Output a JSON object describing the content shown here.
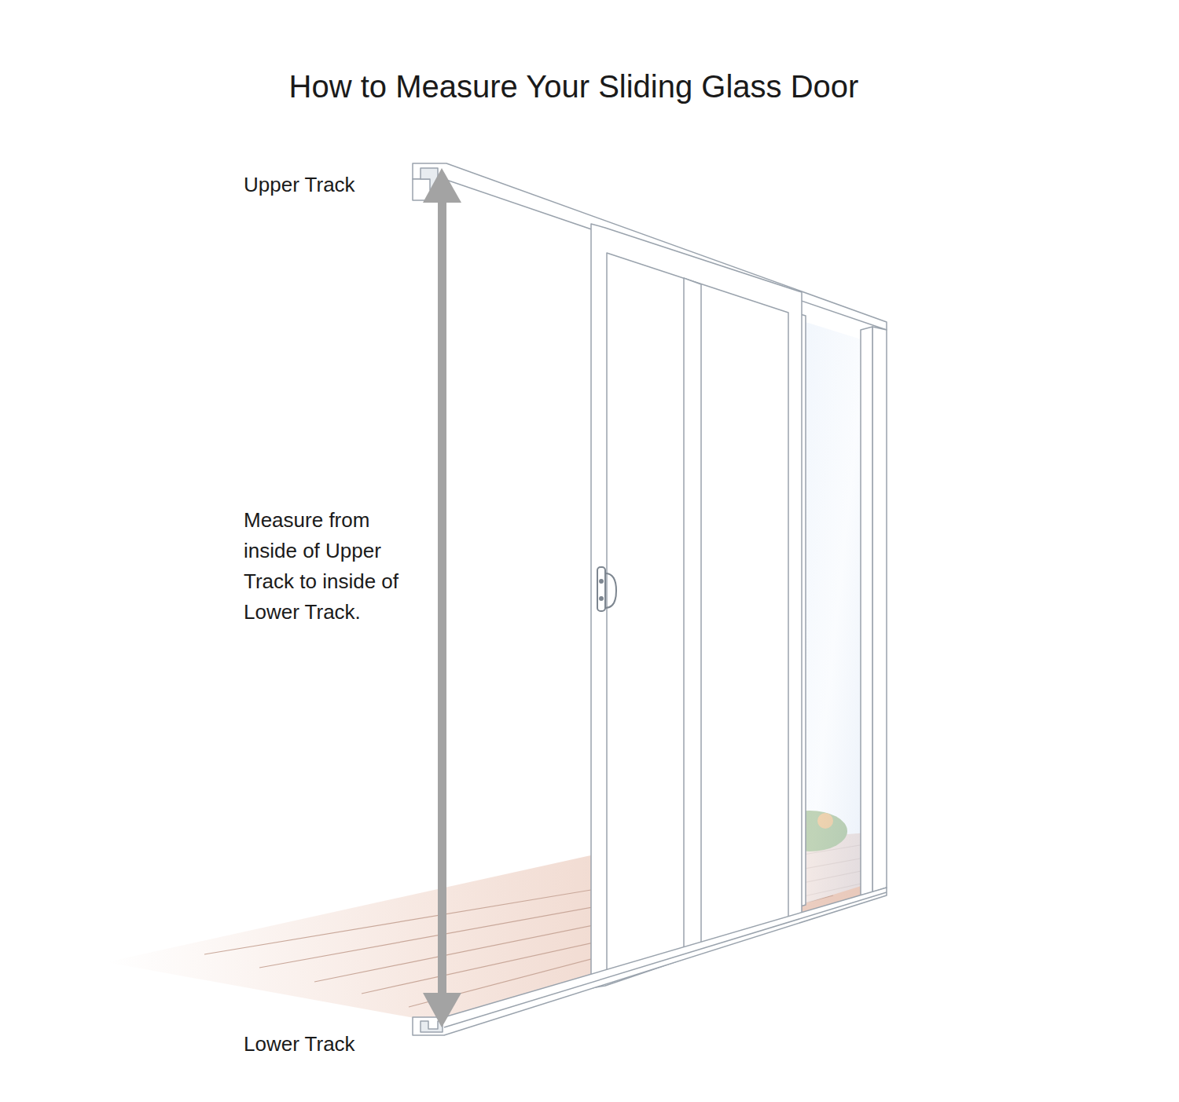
{
  "diagram": {
    "title": "How to Measure Your Sliding Glass Door",
    "labels": [
      "Upper Track",
      "Measure from inside of Upper Track to inside of Lower Track.",
      "Lower Track"
    ]
  }
}
